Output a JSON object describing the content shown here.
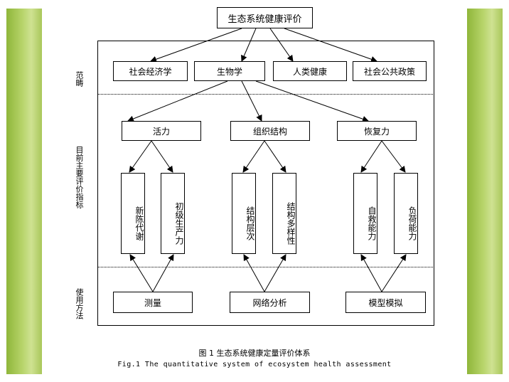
{
  "top": "生态系统健康评价",
  "categories": [
    "社会经济学",
    "生物学",
    "人类健康",
    "社会公共政策"
  ],
  "indicators": [
    "活力",
    "组织结构",
    "恢复力"
  ],
  "sub_indicators": [
    "新陈代谢",
    "初级生产力",
    "结构层次",
    "结构多样性",
    "自救能力",
    "负荷能力"
  ],
  "methods": [
    "测量",
    "网络分析",
    "模型模拟"
  ],
  "side_labels": {
    "scope": "范畴",
    "indicators": "目前主要评价指标",
    "methods": "使用方法"
  },
  "caption": {
    "cn": "图 1  生态系统健康定量评价体系",
    "en": "Fig.1   The quantitative system of ecosystem health assessment"
  },
  "colors": {
    "band": "#a9c75a",
    "line": "#000000"
  }
}
